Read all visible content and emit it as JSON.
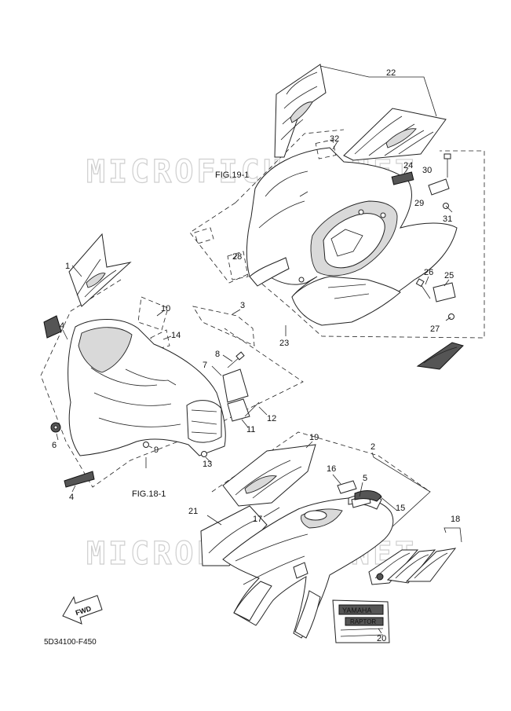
{
  "watermark": "MICROFICHES.NET",
  "figure_refs": {
    "upper": "FIG.19-1",
    "lower": "FIG.18-1"
  },
  "fwd_label": "FWD",
  "decal_text": {
    "brand": "YAMAHA",
    "model": "RAPTOR"
  },
  "part_code": "5D34100-F450",
  "callouts": {
    "n1": "1",
    "n2": "2",
    "n3": "3",
    "n4a": "4",
    "n4b": "4",
    "n5": "5",
    "n6": "6",
    "n7": "7",
    "n8": "8",
    "n9": "9",
    "n10": "10",
    "n11": "11",
    "n12": "12",
    "n13": "13",
    "n14": "14",
    "n15": "15",
    "n16": "16",
    "n17": "17",
    "n18": "18",
    "n19": "19",
    "n20": "20",
    "n21": "21",
    "n22": "22",
    "n23": "23",
    "n24": "24",
    "n25": "25",
    "n26": "26",
    "n27": "27",
    "n28": "28",
    "n29": "29",
    "n30": "30",
    "n31": "31",
    "n32": "32"
  }
}
